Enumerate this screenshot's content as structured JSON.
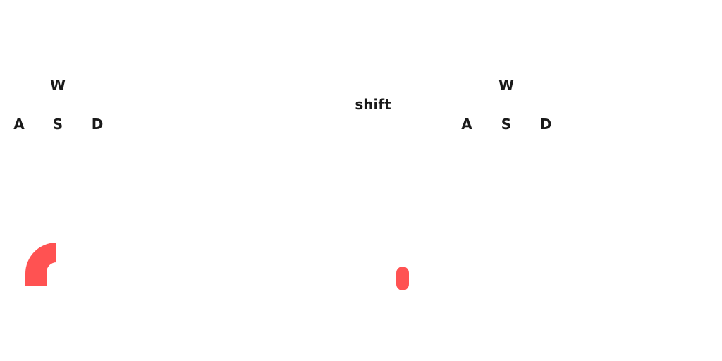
{
  "left_controls": {
    "up": "W",
    "left": "A",
    "down": "S",
    "right": "D"
  },
  "middle_controls": {
    "modifier": "shift"
  },
  "right_controls": {
    "up": "W",
    "left": "A",
    "down": "S",
    "right": "D"
  },
  "colors": {
    "piece": "#ff5252",
    "text": "#1a1a1a",
    "background": "#ffffff"
  }
}
